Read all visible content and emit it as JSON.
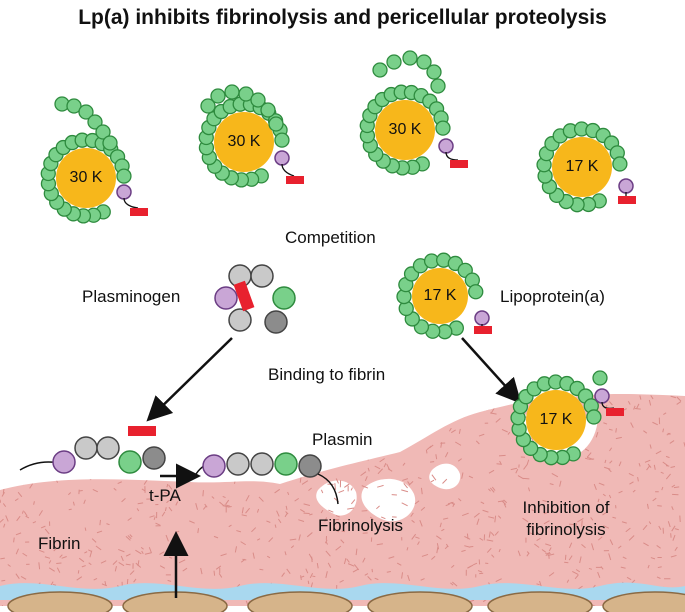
{
  "title": "Lp(a) inhibits fibrinolysis and pericellular proteolysis",
  "isoforms": [
    {
      "label": "30 K"
    },
    {
      "label": "30 K"
    },
    {
      "label": "30 K"
    },
    {
      "label": "17 K"
    }
  ],
  "labels": {
    "competition": "Competition",
    "plasminogen": "Plasminogen",
    "lipoprotein": "Lipoprotein(a)",
    "lpa_core": "17 K",
    "binding": "Binding to fibrin",
    "plasmin": "Plasmin",
    "tpa": "t-PA",
    "fibrin": "Fibrin",
    "fibrinolysis": "Fibrinolysis",
    "inhibition_line1": "Inhibition of",
    "inhibition_line2": "fibrinolysis",
    "bound_core": "17 K"
  },
  "colors": {
    "kringle": "#79d08a",
    "kringle_stroke": "#2e8b3e",
    "core": "#f7b71b",
    "protease": "#c9a6d6",
    "protease_stroke": "#6b3d84",
    "red": "#e8212e",
    "grey": "#c9c9c9",
    "dark_grey": "#8c8c8c",
    "fibrin": "#f0b9b6",
    "water": "#a9d8ef",
    "cell": "#d6b48a"
  }
}
